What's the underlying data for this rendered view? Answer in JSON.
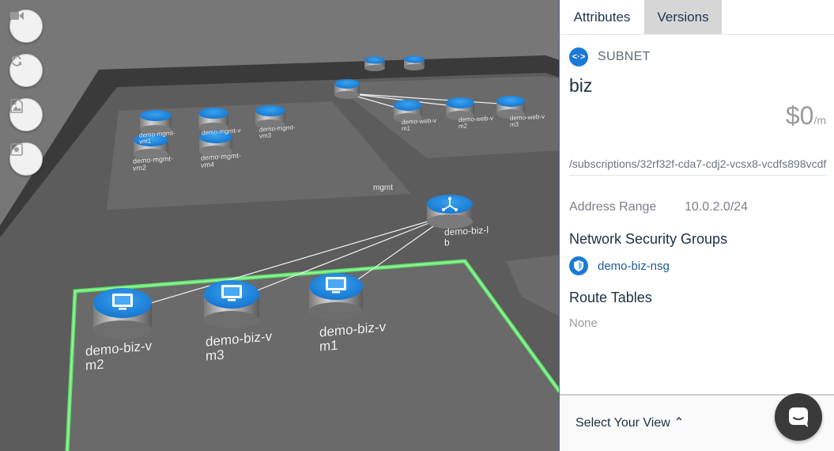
{
  "toolbar": {
    "camera_icon": "video-camera-icon",
    "refresh_icon": "refresh-icon",
    "image_icon": "image-icon",
    "record_icon": "record-icon"
  },
  "scene": {
    "zone_label": "mgmt",
    "nodes": {
      "mgmt_vm1": "demo-mgmt-\nvm1",
      "mgmt_vm2": "demo-mgmt-\nvm2",
      "mgmt_vm3": "demo-mgmt-\nvm3",
      "mgmt_vm4": "demo-mgmt-\nvm4",
      "mgmt_v": "demo-mgmt-v",
      "web_vm1": "demo-web-v\nm1",
      "web_vm2": "demo-web-v\nm2",
      "web_vm3": "demo-web-v\nm3",
      "biz_lb": "demo-biz-l\nb",
      "biz_vm1": "demo-biz-v\nm1",
      "biz_vm2": "demo-biz-v\nm2",
      "biz_vm3": "demo-biz-v\nm3"
    },
    "selected_color": "#5fe06b",
    "node_color": "#1f8ee6"
  },
  "panel": {
    "tabs": [
      {
        "label": "Attributes",
        "active": true
      },
      {
        "label": "Versions",
        "active": false
      }
    ],
    "resource_type": "SUBNET",
    "resource_icon": "subnet-icon",
    "resource_name": "biz",
    "cost": "$0",
    "cost_unit": "/m",
    "path": "/subscriptions/32rf32f-cda7-cdj2-vcsx8-vcdfs898vcdf",
    "address_range_label": "Address Range",
    "address_range_value": "10.0.2.0/24",
    "nsg_heading": "Network Security Groups",
    "nsg_link": "demo-biz-nsg",
    "nsg_icon": "shield-icon",
    "route_tables_heading": "Route Tables",
    "route_tables_value": "None",
    "footer_label": "Select Your View ⌃",
    "chat_icon": "chat-icon",
    "accent": "#1b7ad6"
  }
}
